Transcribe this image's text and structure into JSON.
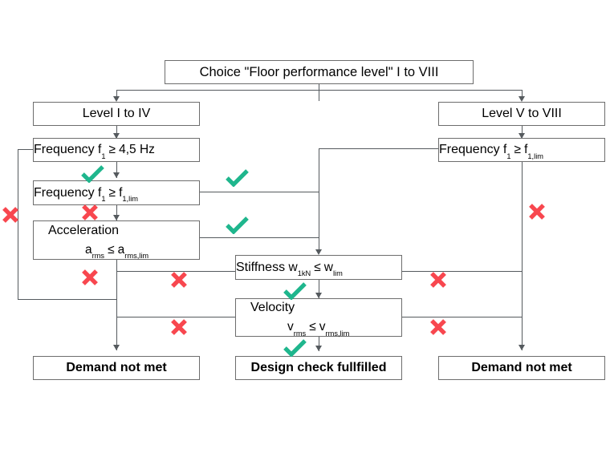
{
  "diagram": {
    "title": "Floor performance level design-check flowchart",
    "colors": {
      "check": "#1fb68d",
      "cross": "#f8474f",
      "line": "#555a5e",
      "box_border": "#6d6d6d",
      "background": "#ffffff"
    }
  },
  "nodes": {
    "choice": {
      "label": "Choice \"Floor performance level\" I to VIII"
    },
    "level_left": {
      "label": "Level I to IV"
    },
    "level_right": {
      "label": "Level V to VIII"
    },
    "freq_45": {
      "label": "Frequency",
      "var": "f",
      "var_sub": "1",
      "op": "≥",
      "limit": "4,5 Hz",
      "limit_sub": ""
    },
    "freq_lim_left": {
      "label": "Frequency",
      "var": "f",
      "var_sub": "1",
      "op": "≥",
      "limit": "f",
      "limit_sub": "1,lim"
    },
    "freq_lim_right": {
      "label": "Frequency",
      "var": "f",
      "var_sub": "1",
      "op": "≥",
      "limit": "f",
      "limit_sub": "1,lim"
    },
    "acceleration": {
      "label": "Acceleration",
      "var": "a",
      "var_sub": "rms",
      "op": "≤",
      "limit": "a",
      "limit_sub": "rms,lim"
    },
    "stiffness": {
      "label": "Stiffness",
      "var": "w",
      "var_sub": "1kN",
      "op": "≤",
      "limit": "w",
      "limit_sub": "lim"
    },
    "velocity": {
      "label": "Velocity",
      "var": "v",
      "var_sub": "rms",
      "op": "≤",
      "limit": "v",
      "limit_sub": "rms,lim"
    },
    "fail_left": {
      "label": "Demand not met"
    },
    "fail_right": {
      "label": "Demand not met"
    },
    "pass": {
      "label": "Design check fullfilled"
    }
  },
  "marks": {
    "check_icon": "check-icon",
    "cross_icon": "cross-icon",
    "items": [
      {
        "type": "check",
        "name": "check-freq45-to-freqlim"
      },
      {
        "type": "check",
        "name": "check-freqlim-to-stiffness"
      },
      {
        "type": "check",
        "name": "check-acceleration-to-stiffness"
      },
      {
        "type": "check",
        "name": "check-stiffness-to-velocity"
      },
      {
        "type": "check",
        "name": "check-velocity-to-pass"
      },
      {
        "type": "cross",
        "name": "cross-freq45-left-branch"
      },
      {
        "type": "cross",
        "name": "cross-freqlim-to-acceleration"
      },
      {
        "type": "cross",
        "name": "cross-acceleration-to-fail"
      },
      {
        "type": "cross",
        "name": "cross-stiffness-to-fail-left"
      },
      {
        "type": "cross",
        "name": "cross-velocity-to-fail-left"
      },
      {
        "type": "cross",
        "name": "cross-freqlim-right-to-fail"
      },
      {
        "type": "cross",
        "name": "cross-stiffness-to-fail-right"
      },
      {
        "type": "cross",
        "name": "cross-velocity-to-fail-right"
      }
    ]
  }
}
